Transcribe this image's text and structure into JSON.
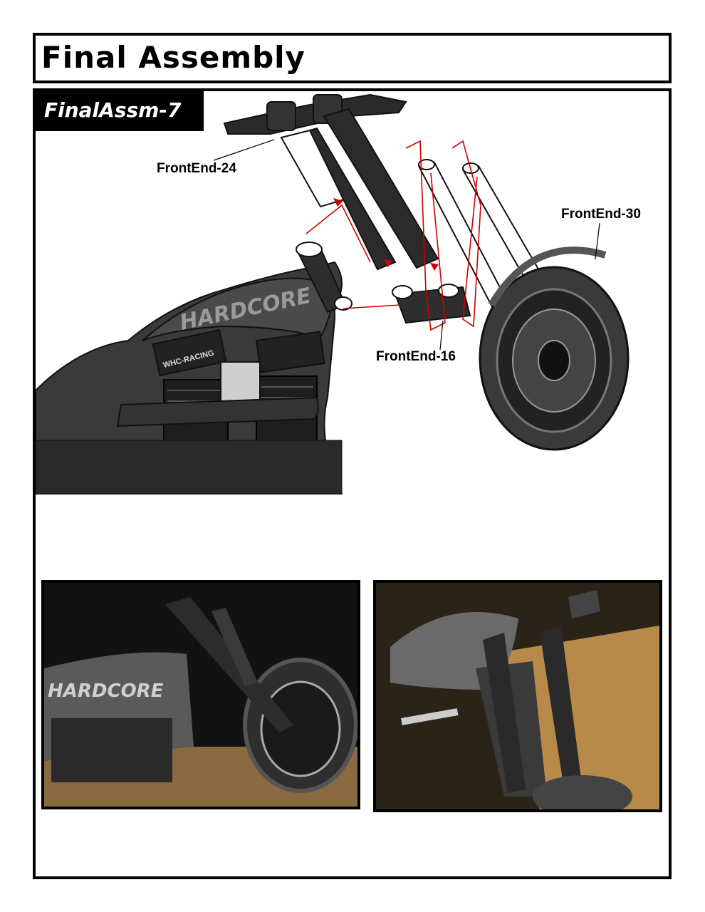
{
  "header": {
    "title": "Final Assembly"
  },
  "step": {
    "label": "FinalAssm-7"
  },
  "callouts": {
    "frontend_24": "FrontEnd-24",
    "frontend_30": "FrontEnd-30",
    "frontend_16": "FrontEnd-16"
  },
  "illustration": {
    "tank_logo": "HARDCORE",
    "engine_badge": "WHC-RACING"
  },
  "photos": {
    "left_tank_text": "HARDCORE"
  },
  "colors": {
    "guide_lines": "#cc0000",
    "part_dark": "#2e2e2e",
    "part_white": "#ffffff"
  }
}
